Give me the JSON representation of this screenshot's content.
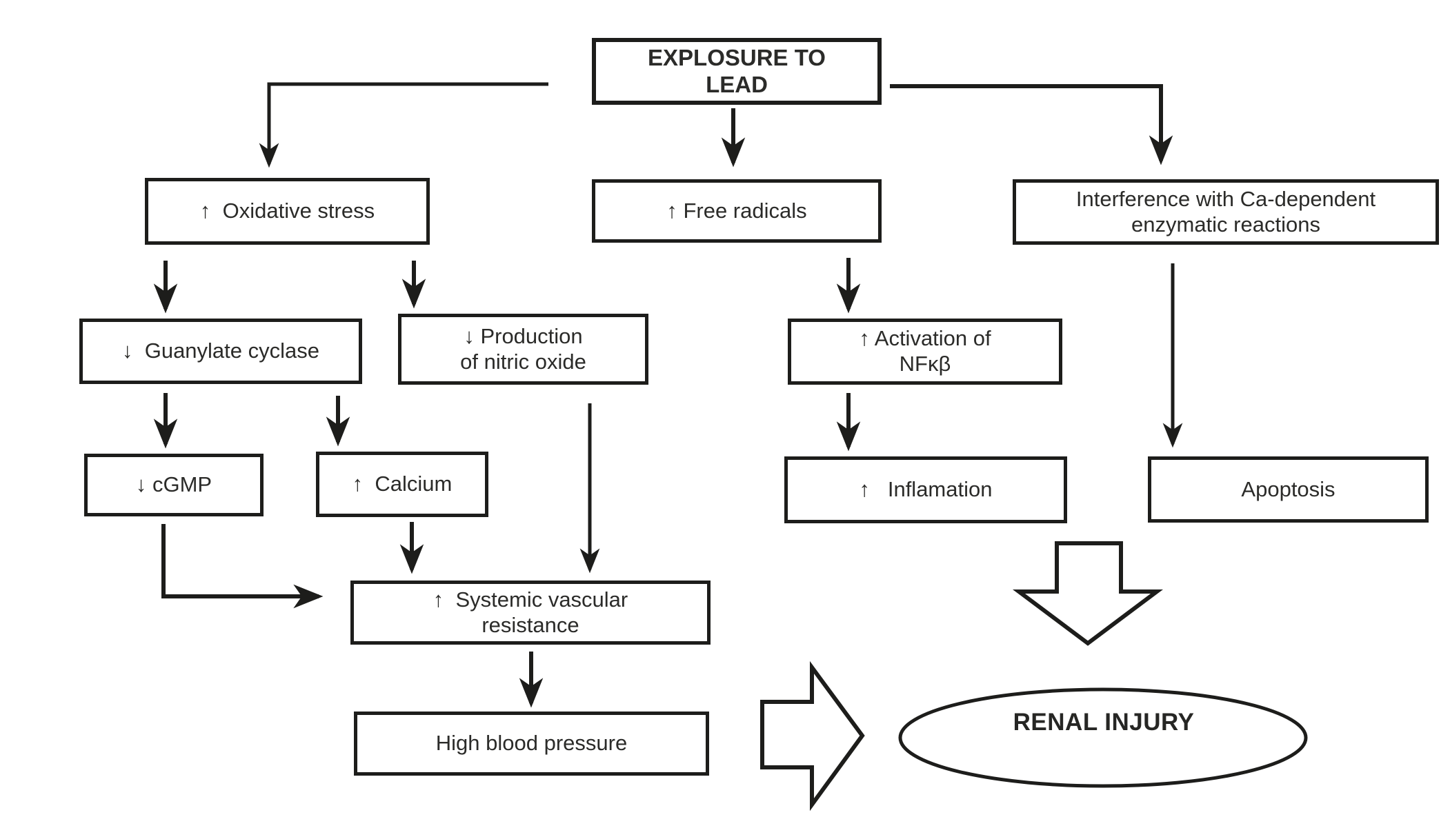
{
  "diagram": {
    "background_color": "#ffffff",
    "ink_color": "#1d1d1b",
    "nodes": {
      "exposure": {
        "label": "EXPLOSURE TO\nLEAD"
      },
      "oxidative_stress": {
        "label": "↑  Oxidative stress"
      },
      "free_radicals": {
        "label": "↑ Free radicals"
      },
      "interference": {
        "label": "Interference with Ca-dependent\nenzymatic reactions"
      },
      "guanylate_cyclase": {
        "label": "↓  Guanylate cyclase"
      },
      "nitric_oxide_production": {
        "label": "↓ Production\nof nitric oxide"
      },
      "nfkb_activation": {
        "label": "↑ Activation of\nNFκβ"
      },
      "cgmp": {
        "label": "↓ cGMP"
      },
      "calcium": {
        "label": "↑  Calcium"
      },
      "inflamation": {
        "label": "↑   Inflamation"
      },
      "apoptosis": {
        "label": "Apoptosis"
      },
      "systemic_vascular_resistance": {
        "label": "↑  Systemic vascular\nresistance"
      },
      "high_blood_pressure": {
        "label": "High blood pressure"
      },
      "renal_injury": {
        "label": "RENAL INJURY"
      }
    }
  }
}
